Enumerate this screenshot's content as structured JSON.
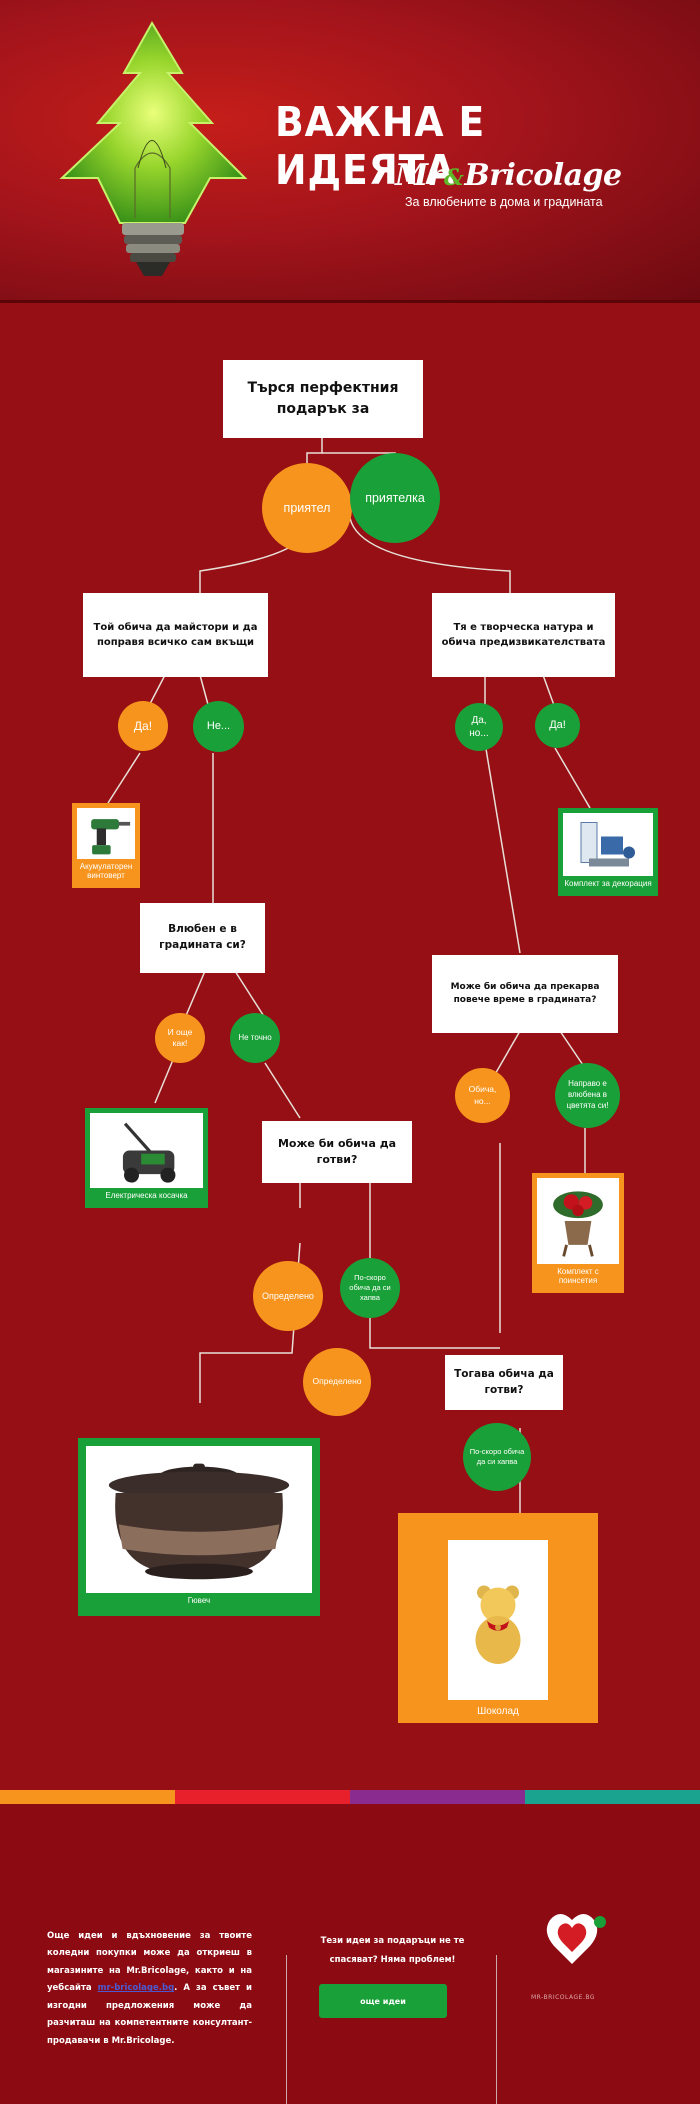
{
  "header": {
    "title": "ВАЖНА Е ИДЕЯТА",
    "brand_left": "Mr",
    "brand_amp": "&",
    "brand_right": "Bricolage",
    "tagline": "За влюбените в дома и градината"
  },
  "flow": {
    "start": "Търся перфектния подарък за",
    "friend_male": "приятел",
    "friend_female": "приятелка",
    "q_diy": "Той обича да майстори и да поправя всичко сам вкъщи",
    "q_creative": "Тя е творческа натура и обича предизвикателствата",
    "diy_yes": "Да!",
    "diy_no": "Не...",
    "creative_no": "Да, но...",
    "creative_yes": "Да!",
    "gift_drill": "Акумулаторен винтоверт",
    "gift_decor": "Комплект за декорация",
    "q_garden": "Влюбен е в градината си?",
    "q_garden_time": "Може би обича да прекарва повече време в градината?",
    "garden_no": "И още как!",
    "garden_yes": "Не точно",
    "gift_mower": "Електрическа косачка",
    "q_cook_him": "Може би обича да готви?",
    "garden_time_yes": "Обича, но...",
    "garden_time_plant": "Направо е влюбена в цветята си!",
    "gift_plant": "Комплект с поинсетия",
    "cook_yes": "Определено",
    "cook_sweets": "По-скоро обича да си хапва",
    "cook_yes_her": "Определено",
    "q_cook_her": "Тогава обича да готви?",
    "cook_her_sweets": "По-скоро обича да си хапва",
    "gift_pot": "Гювеч",
    "gift_chocolate": "Шоколад"
  },
  "rainbow": [
    "#f7941d",
    "#e8202c",
    "#8a2b8f",
    "#1aa38e"
  ],
  "footer": {
    "text_before": "Още идеи и вдъхновение за твоите коледни покупки може да откриеш в магазините на Mr.Bricolage, както и на уебсайта",
    "link": "mr-bricolage.bg",
    "text_after": ". А за съвет и изгодни предложения може да разчиташ на компетентните консултант-продавачи в Mr.Bricolage.",
    "question": "Тези идеи за подаръци не те спасяват? Няма проблем!",
    "button": "още идеи",
    "site": "MR-BRICOLAGE.BG"
  }
}
